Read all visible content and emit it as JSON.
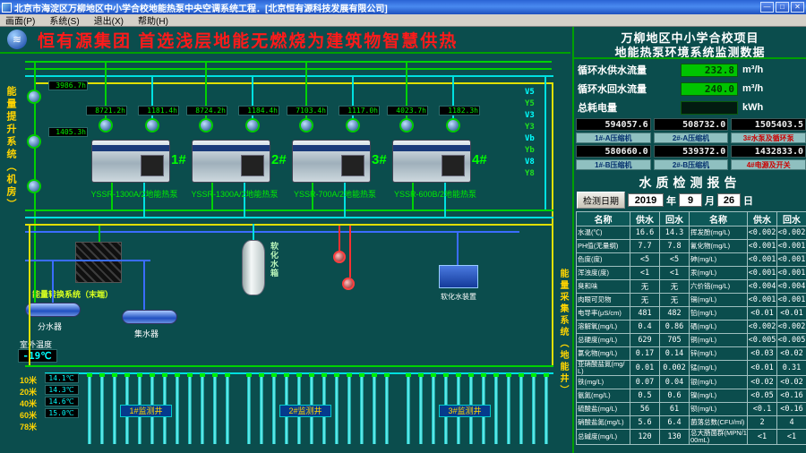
{
  "window": {
    "title": "北京市海淀区万柳地区中小学合校地能热泵中央空调系统工程．[北京恒有源科技发展有限公司]",
    "minimize": "—",
    "maximize": "□",
    "close": "✕"
  },
  "menu": {
    "items": [
      "画面(P)",
      "系统(S)",
      "退出(X)",
      "帮助(H)"
    ]
  },
  "banner": {
    "main_title": "恒有源集团  首选浅层地能无燃烧为建筑物智慧供热",
    "project_line1": "万柳地区中小学合校项目",
    "project_line2": "地能热泵环境系统监测数据"
  },
  "side_labels": {
    "left_system": "能量提升系统（机房）",
    "middle_system": "能量转换系统（末端）",
    "right_system": "能量采集系统（地能井）"
  },
  "outdoor": {
    "label": "室外温度",
    "value": "-19℃"
  },
  "left_meters": [
    "3986.7h",
    "1405.3h"
  ],
  "valves": [
    "V5",
    "Y5",
    "V3",
    "Y3",
    "Vb",
    "Yb",
    "V8",
    "Y8"
  ],
  "units": [
    {
      "id": "1#",
      "model": "YSSR-1300A/2地能热泵",
      "meter_a": "8721.2h",
      "meter_b": "1181.4h"
    },
    {
      "id": "2#",
      "model": "YSSR-1300A/2地能热泵",
      "meter_a": "8724.2h",
      "meter_b": "1184.4h"
    },
    {
      "id": "3#",
      "model": "YSSR-700A/2地能热泵",
      "meter_a": "7103.4h",
      "meter_b": "1117.0h"
    },
    {
      "id": "4#",
      "model": "YSSR-600B/2地能热泵",
      "meter_a": "4023.7h",
      "meter_b": "1182.3h"
    }
  ],
  "equipment": {
    "divider": "分水器",
    "collector": "集水器",
    "tank": "软化水箱",
    "softener": "软化水装置"
  },
  "metering": {
    "flows": [
      {
        "label": "循环水供水流量",
        "value": "232.8",
        "unit": "m³/h"
      },
      {
        "label": "循环水回水流量",
        "value": "240.0",
        "unit": "m³/h"
      },
      {
        "label": "总耗电量",
        "value": "",
        "unit": "kWh"
      }
    ],
    "counters": [
      {
        "value": "594057.6",
        "label": "1#-A压缩机",
        "red": false
      },
      {
        "value": "508732.0",
        "label": "2#-A压缩机",
        "red": false
      },
      {
        "value": "1505403.5",
        "label": "3#水泵及循环泵",
        "red": true
      },
      {
        "value": "580660.0",
        "label": "1#-B压缩机",
        "red": false
      },
      {
        "value": "539372.0",
        "label": "2#-B压缩机",
        "red": false
      },
      {
        "value": "1432833.0",
        "label": "4#电源及开关",
        "red": true
      }
    ]
  },
  "water_quality": {
    "title": "水质检测报告",
    "date_label": "检测日期",
    "year": "2019",
    "year_unit": "年",
    "month": "9",
    "month_unit": "月",
    "day": "26",
    "day_unit": "日",
    "headers": [
      "名称",
      "供水",
      "回水",
      "名称",
      "供水",
      "回水"
    ],
    "rows": [
      [
        "水温(℃)",
        "16.6",
        "14.3",
        "挥发酚(mg/L)",
        "<0.002",
        "<0.002"
      ],
      [
        "PH值(无量纲)",
        "7.7",
        "7.8",
        "氰化物(mg/L)",
        "<0.001",
        "<0.001"
      ],
      [
        "色度(度)",
        "<5",
        "<5",
        "砷(mg/L)",
        "<0.001",
        "<0.001"
      ],
      [
        "浑浊度(度)",
        "<1",
        "<1",
        "汞(mg/L)",
        "<0.001",
        "<0.001"
      ],
      [
        "臭和味",
        "无",
        "无",
        "六价铬(mg/L)",
        "<0.004",
        "<0.004"
      ],
      [
        "肉眼可见物",
        "无",
        "无",
        "镉(mg/L)",
        "<0.001",
        "<0.001"
      ],
      [
        "电导率(μS/cm)",
        "481",
        "482",
        "铅(mg/L)",
        "<0.01",
        "<0.01"
      ],
      [
        "溶解氧(mg/L)",
        "0.4",
        "0.86",
        "硒(mg/L)",
        "<0.002",
        "<0.002"
      ],
      [
        "总硬度(mg/L)",
        "629",
        "705",
        "铜(mg/L)",
        "<0.005",
        "<0.005"
      ],
      [
        "氯化物(mg/L)",
        "0.17",
        "0.14",
        "锌(mg/L)",
        "<0.03",
        "<0.02"
      ],
      [
        "亚硝酸盐氮(mg/L)",
        "0.01",
        "0.002",
        "锰(mg/L)",
        "<0.01",
        "0.31"
      ],
      [
        "铁(mg/L)",
        "0.07",
        "0.04",
        "银(mg/L)",
        "<0.02",
        "<0.02"
      ],
      [
        "氨氮(mg/L)",
        "0.5",
        "0.6",
        "镍(mg/L)",
        "<0.05",
        "<0.16"
      ],
      [
        "硫酸盐(mg/L)",
        "56",
        "61",
        "钡(mg/L)",
        "<0.1",
        "<0.16"
      ],
      [
        "硝酸盐氮(mg/L)",
        "5.6",
        "6.4",
        "菌落总数(CFU/ml)",
        "2",
        "4"
      ],
      [
        "总碱度(mg/L)",
        "120",
        "130",
        "总大肠菌群(MPN/100mL)",
        "<1",
        "<1"
      ]
    ]
  },
  "wells": {
    "depths": [
      {
        "depth": "10米",
        "temp": "14.1℃"
      },
      {
        "depth": "20米",
        "temp": "14.3℃"
      },
      {
        "depth": "40米",
        "temp": "14.6℃"
      },
      {
        "depth": "60米",
        "temp": "15.0℃"
      },
      {
        "depth": "78米",
        "temp": ""
      }
    ],
    "groups": [
      {
        "name": "1#监测井"
      },
      {
        "name": "2#监测井"
      },
      {
        "name": "3#监测井"
      }
    ]
  }
}
